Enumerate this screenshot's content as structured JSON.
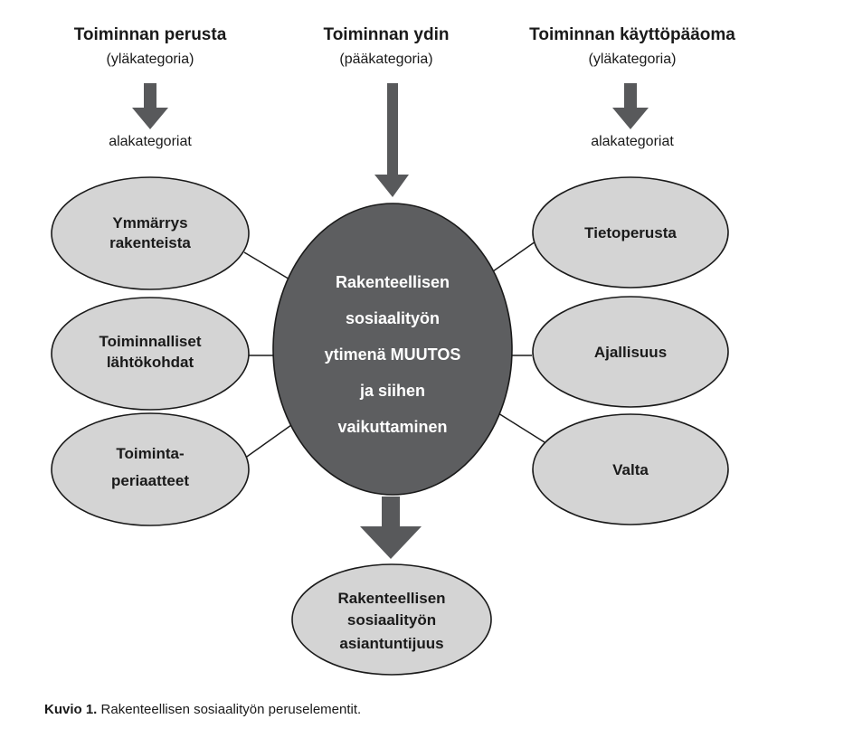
{
  "headers": {
    "left": {
      "title": "Toiminnan perusta",
      "subtitle": "(yläkategoria)",
      "sub_label": "alakategoriat"
    },
    "center": {
      "title": "Toiminnan ydin",
      "subtitle": "(pääkategoria)"
    },
    "right": {
      "title": "Toiminnan käyttöpääoma",
      "subtitle": "(yläkategoria)",
      "sub_label": "alakategoriat"
    }
  },
  "left_nodes": [
    {
      "lines": [
        "Ymmärrys",
        "rakenteista"
      ]
    },
    {
      "lines": [
        "Toiminnalliset",
        "lähtökohdat"
      ]
    },
    {
      "lines": [
        "Toiminta-",
        "periaatteet"
      ]
    }
  ],
  "right_nodes": [
    {
      "lines": [
        "Tietoperusta"
      ]
    },
    {
      "lines": [
        "Ajallisuus"
      ]
    },
    {
      "lines": [
        "Valta"
      ]
    }
  ],
  "core": {
    "lines": [
      "Rakenteellisen",
      "sosiaalityön",
      "ytimenä MUUTOS",
      "ja siihen",
      "vaikuttaminen"
    ]
  },
  "bottom_node": {
    "lines": [
      "Rakenteellisen",
      "sosiaalityön",
      "asiantuntijuus"
    ]
  },
  "caption": {
    "label": "Kuvio 1.",
    "text": "Rakenteellisen sosiaalityön peruselementit."
  },
  "colors": {
    "core_fill": "#5d5e60",
    "oval_fill": "#d4d4d4",
    "arrow_fill": "#58595b"
  }
}
